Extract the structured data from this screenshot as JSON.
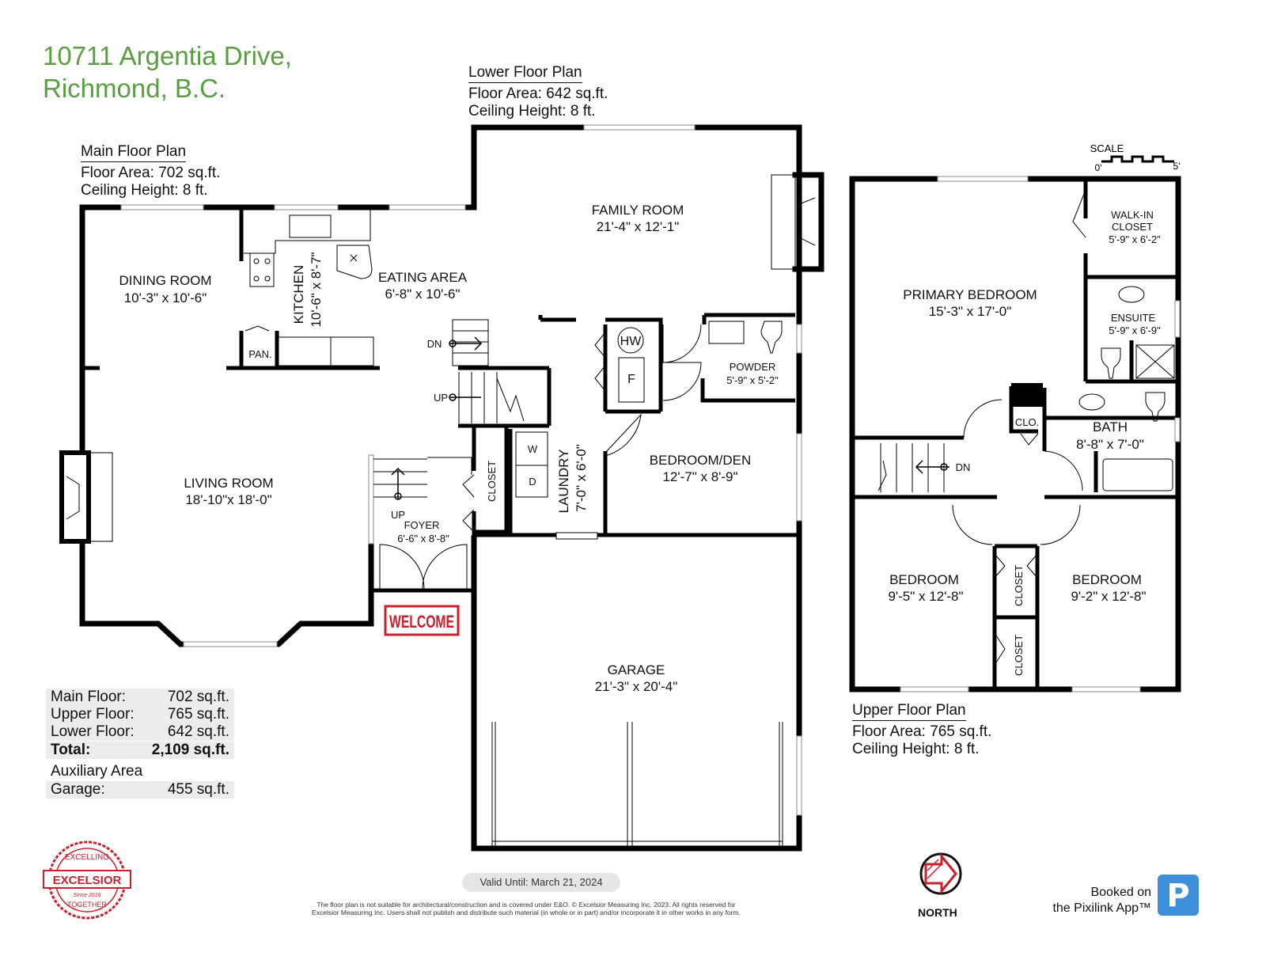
{
  "header": {
    "line1": "10711 Argentia Drive,",
    "line2": "Richmond, B.C."
  },
  "plans": {
    "lower": {
      "name": "Lower Floor Plan",
      "area": "Floor Area: 642 sq.ft.",
      "ceiling": "Ceiling Height: 8 ft."
    },
    "main": {
      "name": "Main Floor Plan",
      "area": "Floor Area: 702 sq.ft.",
      "ceiling": "Ceiling Height: 8 ft."
    },
    "upper": {
      "name": "Upper Floor Plan",
      "area": "Floor Area: 765 sq.ft.",
      "ceiling": "Ceiling Height: 8 ft."
    }
  },
  "scale": {
    "label": "SCALE",
    "min": "0'",
    "max": "5'"
  },
  "rooms": {
    "family_room": {
      "name": "FAMILY ROOM",
      "dim": "21'-4\" x 12'-1\""
    },
    "dining_room": {
      "name": "DINING ROOM",
      "dim": "10'-3\" x 10'-6\""
    },
    "kitchen": {
      "name": "KITCHEN",
      "dim": "10'-6\" x 8'-7\""
    },
    "eating_area": {
      "name": "EATING AREA",
      "dim": "6'-8\" x 10'-6\""
    },
    "pantry": {
      "name": "PAN."
    },
    "living_room": {
      "name": "LIVING ROOM",
      "dim": "18'-10\"x 18'-0\""
    },
    "foyer": {
      "name": "FOYER",
      "dim": "6'-6\" x 8'-8\""
    },
    "closet_main": {
      "name": "CLOSET"
    },
    "laundry": {
      "name": "LAUNDRY",
      "dim": "7'-0\" x 6'-0\""
    },
    "powder": {
      "name": "POWDER",
      "dim": "5'-9\" x 5'-2\""
    },
    "bedroom_den": {
      "name": "BEDROOM/DEN",
      "dim": "12'-7\" x 8'-9\""
    },
    "garage": {
      "name": "GARAGE",
      "dim": "21'-3\" x 20'-4\""
    },
    "primary_bedroom": {
      "name": "PRIMARY BEDROOM",
      "dim": "15'-3\" x 17'-0\""
    },
    "walk_in": {
      "name1": "WALK-IN",
      "name2": "CLOSET",
      "dim": "5'-9\" x 6'-2\""
    },
    "ensuite": {
      "name": "ENSUITE",
      "dim": "5'-9\" x 6'-9\""
    },
    "bath": {
      "name": "BATH",
      "dim": "8'-8\" x 7'-0\""
    },
    "clo": {
      "name": "CLO."
    },
    "bedroom_left": {
      "name": "BEDROOM",
      "dim": "9'-5\" x 12'-8\""
    },
    "bedroom_right": {
      "name": "BEDROOM",
      "dim": "9'-2\" x 12'-8\""
    },
    "closet_upper1": {
      "name": "CLOSET"
    },
    "closet_upper2": {
      "name": "CLOSET"
    }
  },
  "labels": {
    "dn": "DN",
    "up": "UP",
    "hw": "HW",
    "f": "F",
    "w": "W",
    "d": "D",
    "welcome": "WELCOME"
  },
  "area_summary": {
    "rows": [
      {
        "label": "Main Floor:",
        "value": "702 sq.ft."
      },
      {
        "label": "Upper Floor:",
        "value": "765 sq.ft."
      },
      {
        "label": "Lower Floor:",
        "value": "642 sq.ft."
      }
    ],
    "total_label": "Total:",
    "total_value": "2,109 sq.ft.",
    "aux_title": "Auxiliary Area",
    "aux_label": "Garage:",
    "aux_value": "455 sq.ft."
  },
  "badge": {
    "top": "EXCELLING",
    "mid": "EXCELSIOR",
    "since": "Since 2016",
    "bottom": "TOGETHER"
  },
  "footer": {
    "valid": "Valid Until: March 21, 2024",
    "fine1": "The floor plan is not suitable for architectural/construction and is covered under E&O. © Excelsior Measuring Inc. 2023. All rights reserved for",
    "fine2": "Excelsior Measuring Inc. Users shall not publish and distribute such material (in whole or in part) and/or incorporate it in other works in any form.",
    "north": "NORTH",
    "booked1": "Booked on",
    "booked2": "the Pixilink App™",
    "pix_letter": "P"
  },
  "colors": {
    "title": "#5a9e42",
    "welcome": "#c8202f",
    "badge": "#c8202f",
    "pixilink": "#3d8fd9"
  }
}
